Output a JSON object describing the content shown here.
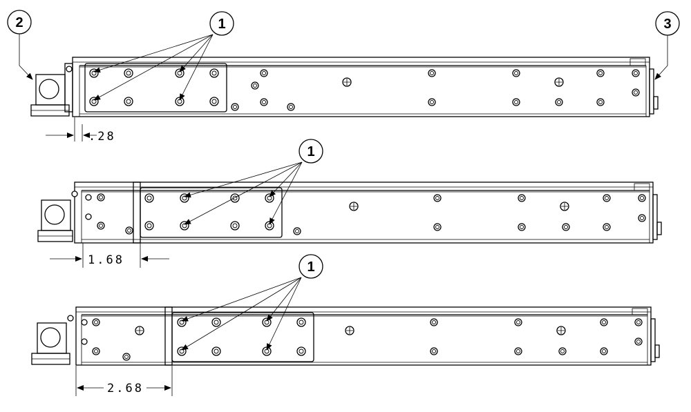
{
  "callouts": {
    "bracket_screws": "1",
    "left_end": "2",
    "right_end": "3"
  },
  "dimensions": {
    "top": ".28",
    "middle": "1.68",
    "bottom": "2.68"
  }
}
